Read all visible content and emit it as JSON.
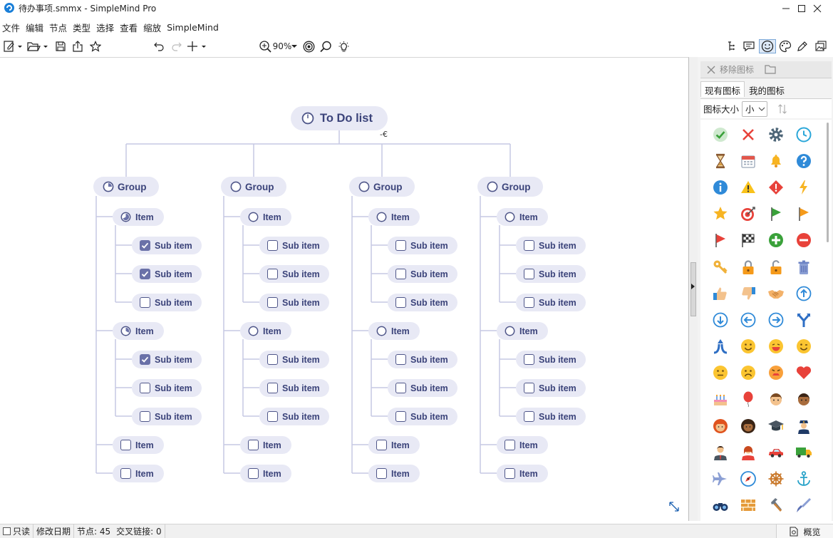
{
  "window": {
    "title": "待办事项.smmx - SimpleMind Pro",
    "minimize_icon": "minimize-icon",
    "maximize_icon": "maximize-icon",
    "close_icon": "close-icon"
  },
  "menu": [
    "文件",
    "编辑",
    "节点",
    "类型",
    "选择",
    "查看",
    "缩放",
    "SimpleMind"
  ],
  "toolbar": {
    "zoom": "90%",
    "left_icons": [
      "new-document-icon",
      "open-folder-icon",
      "save-icon",
      "share-icon",
      "star-icon",
      "undo-icon",
      "redo-icon",
      "add-icon"
    ],
    "mid_icons": [
      "zoom-icon",
      "target-icon",
      "search-icon",
      "bulb-icon"
    ],
    "right_icons": [
      "tree-icon",
      "comment-icon",
      "smiley-icon",
      "palette-icon",
      "pen-icon",
      "image-icon"
    ]
  },
  "mindmap": {
    "root": "To Do list",
    "collapse_marker": "-€",
    "groups": [
      {
        "label": "Group",
        "items": [
          {
            "label": "Item",
            "state": "partial",
            "subs": [
              {
                "label": "Sub item",
                "checked": true
              },
              {
                "label": "Sub item",
                "checked": true
              },
              {
                "label": "Sub item",
                "checked": false
              }
            ]
          },
          {
            "label": "Item",
            "state": "partial",
            "subs": [
              {
                "label": "Sub item",
                "checked": true
              },
              {
                "label": "Sub item",
                "checked": false
              },
              {
                "label": "Sub item",
                "checked": false
              }
            ]
          },
          {
            "label": "Item",
            "state": "unchecked",
            "subs": []
          },
          {
            "label": "Item",
            "state": "unchecked",
            "subs": []
          }
        ]
      },
      {
        "label": "Group",
        "items": [
          {
            "label": "Item",
            "state": "empty",
            "subs": [
              {
                "label": "Sub item",
                "checked": false
              },
              {
                "label": "Sub item",
                "checked": false
              },
              {
                "label": "Sub item",
                "checked": false
              }
            ]
          },
          {
            "label": "Item",
            "state": "empty",
            "subs": [
              {
                "label": "Sub item",
                "checked": false
              },
              {
                "label": "Sub item",
                "checked": false
              },
              {
                "label": "Sub item",
                "checked": false
              }
            ]
          },
          {
            "label": "Item",
            "state": "unchecked",
            "subs": []
          },
          {
            "label": "Item",
            "state": "unchecked",
            "subs": []
          }
        ]
      },
      {
        "label": "Group",
        "items": [
          {
            "label": "Item",
            "state": "empty",
            "subs": [
              {
                "label": "Sub item",
                "checked": false
              },
              {
                "label": "Sub item",
                "checked": false
              },
              {
                "label": "Sub item",
                "checked": false
              }
            ]
          },
          {
            "label": "Item",
            "state": "empty",
            "subs": [
              {
                "label": "Sub item",
                "checked": false
              },
              {
                "label": "Sub item",
                "checked": false
              },
              {
                "label": "Sub item",
                "checked": false
              }
            ]
          },
          {
            "label": "Item",
            "state": "unchecked",
            "subs": []
          },
          {
            "label": "Item",
            "state": "unchecked",
            "subs": []
          }
        ]
      },
      {
        "label": "Group",
        "items": [
          {
            "label": "Item",
            "state": "empty",
            "subs": [
              {
                "label": "Sub item",
                "checked": false
              },
              {
                "label": "Sub item",
                "checked": false
              },
              {
                "label": "Sub item",
                "checked": false
              }
            ]
          },
          {
            "label": "Item",
            "state": "empty",
            "subs": [
              {
                "label": "Sub item",
                "checked": false
              },
              {
                "label": "Sub item",
                "checked": false
              },
              {
                "label": "Sub item",
                "checked": false
              }
            ]
          },
          {
            "label": "Item",
            "state": "unchecked",
            "subs": []
          },
          {
            "label": "Item",
            "state": "unchecked",
            "subs": []
          }
        ]
      }
    ],
    "group_progress": [
      0.25,
      0,
      0,
      0
    ],
    "item_progress": [
      [
        0.67,
        0.33
      ],
      [
        0,
        0
      ],
      [
        0,
        0
      ],
      [
        0,
        0
      ]
    ]
  },
  "panel": {
    "remove_icon_label": "移除图标",
    "tabs": [
      "现有图标",
      "我的图标"
    ],
    "icon_size_label": "图标大小",
    "icon_size_value": "小",
    "icons": [
      "check-icon",
      "cross-icon",
      "gear-icon",
      "clock-icon",
      "hourglass-icon",
      "calendar-icon",
      "bell-icon",
      "question-icon",
      "info-icon",
      "warning-icon",
      "error-icon",
      "lightning-icon",
      "star-icon",
      "target-icon",
      "green-flag-icon",
      "orange-flag-icon",
      "red-flag-icon",
      "checkered-flag-icon",
      "plus-icon",
      "minus-icon",
      "key-icon",
      "lock-icon",
      "unlock-icon",
      "trash-icon",
      "thumbs-up-icon",
      "thumbs-down-icon",
      "handshake-icon",
      "arrow-up-icon",
      "arrow-down-icon",
      "arrow-left-icon",
      "arrow-right-icon",
      "merge-icon",
      "split-icon",
      "smile-icon",
      "grin-icon",
      "wink-icon",
      "neutral-face-icon",
      "sad-face-icon",
      "angry-face-icon",
      "heart-icon",
      "cake-icon",
      "balloon-icon",
      "boy-icon",
      "boy-dark-icon",
      "woman-redhead-icon",
      "woman-dark-icon",
      "graduation-cap-icon",
      "police-officer-icon",
      "man-suit-icon",
      "woman-worker-icon",
      "car-icon",
      "truck-icon",
      "airplane-icon",
      "compass-icon",
      "ship-wheel-icon",
      "anchor-icon",
      "binoculars-icon",
      "brick-wall-icon",
      "hammer-icon",
      "brush-icon"
    ]
  },
  "statusbar": {
    "readonly": "只读",
    "modified": "修改日期",
    "nodes": "节点:  45",
    "crosslinks": "交叉链接:  0",
    "overview": "概览"
  }
}
